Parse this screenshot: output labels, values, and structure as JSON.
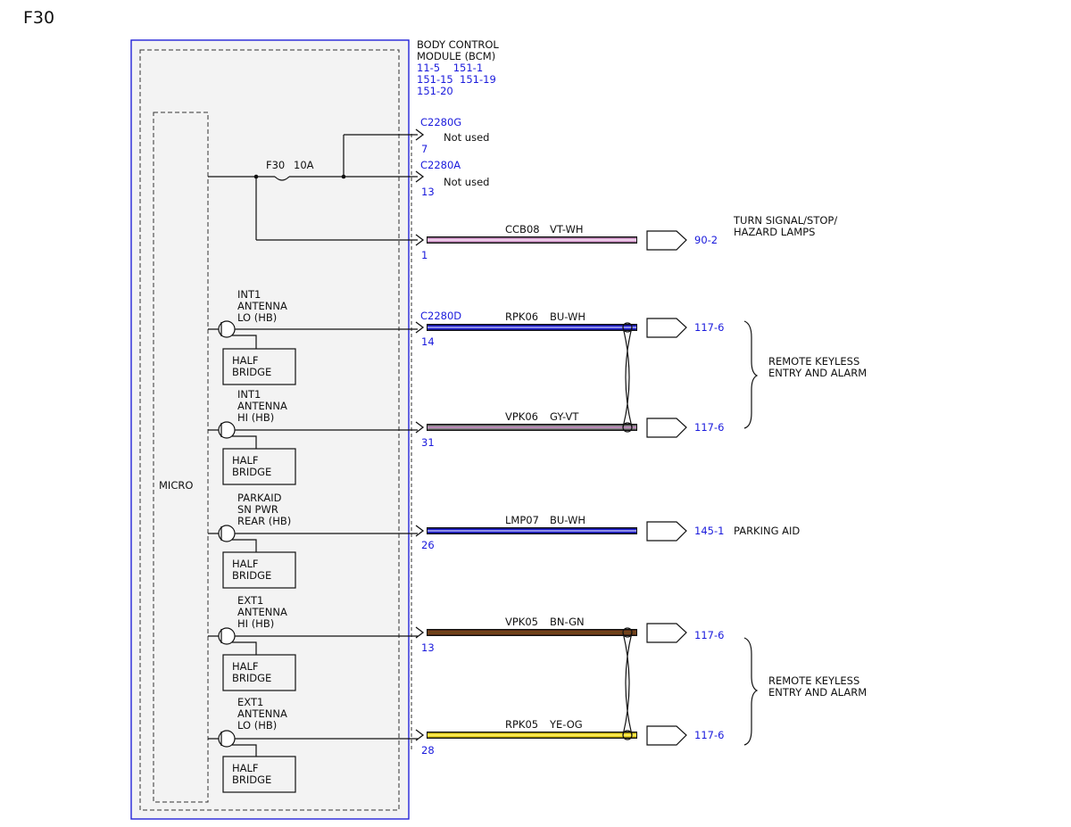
{
  "page_id": "F30",
  "module": {
    "name_lines": [
      "BODY CONTROL",
      "MODULE (BCM)"
    ],
    "ref_lines": [
      "11-5    151-1",
      "151-15  151-19",
      "151-20"
    ]
  },
  "micro_label": "MICRO",
  "fuse": {
    "id": "F30",
    "rating": "10A"
  },
  "top_pins": [
    {
      "connector": "C2280G",
      "pin": "7",
      "note": "Not used"
    },
    {
      "connector": "C2280A",
      "pin": "13",
      "note": "Not used"
    }
  ],
  "circuits": [
    {
      "connector": "",
      "pin": "1",
      "circuit": "CCB08",
      "color_code": "VT-WH",
      "ref": "90-2",
      "stripe": [
        "#d89bd0",
        "#ffffff"
      ]
    },
    {
      "connector": "C2280D",
      "pin": "14",
      "circuit": "RPK06",
      "color_code": "BU-WH",
      "ref": "117-6",
      "stripe": [
        "#1e1ed2",
        "#ffffff"
      ]
    },
    {
      "connector": "",
      "pin": "31",
      "circuit": "VPK06",
      "color_code": "GY-VT",
      "ref": "117-6",
      "stripe": [
        "#8a8a8a",
        "#c987c4"
      ]
    },
    {
      "connector": "",
      "pin": "26",
      "circuit": "LMP07",
      "color_code": "BU-WH",
      "ref": "145-1",
      "stripe": [
        "#1e1ed2",
        "#ffffff"
      ]
    },
    {
      "connector": "",
      "pin": "13",
      "circuit": "VPK05",
      "color_code": "BN-GN",
      "ref": "117-6",
      "stripe": [
        "#7a3f1a",
        "#5b4a1a"
      ]
    },
    {
      "connector": "",
      "pin": "28",
      "circuit": "RPK05",
      "color_code": "YE-OG",
      "ref": "117-6",
      "stripe": [
        "#e8d21c",
        "#fff06a"
      ]
    }
  ],
  "antennas": [
    {
      "label_lines": [
        "INT1",
        "ANTENNA",
        "LO (HB)"
      ],
      "bridge_lines": [
        "HALF",
        "BRIDGE"
      ]
    },
    {
      "label_lines": [
        "INT1",
        "ANTENNA",
        "HI (HB)"
      ],
      "bridge_lines": [
        "HALF",
        "BRIDGE"
      ]
    },
    {
      "label_lines": [
        "PARKAID",
        "SN PWR",
        "REAR (HB)"
      ],
      "bridge_lines": [
        "HALF",
        "BRIDGE"
      ]
    },
    {
      "label_lines": [
        "EXT1",
        "ANTENNA",
        "HI (HB)"
      ],
      "bridge_lines": [
        "HALF",
        "BRIDGE"
      ]
    },
    {
      "label_lines": [
        "EXT1",
        "ANTENNA",
        "LO (HB)"
      ],
      "bridge_lines": [
        "HALF",
        "BRIDGE"
      ]
    }
  ],
  "destinations": {
    "turn_signal": [
      "TURN SIGNAL/STOP/",
      "HAZARD LAMPS"
    ],
    "rke_group_1": [
      "REMOTE KEYLESS",
      "ENTRY AND ALARM"
    ],
    "parking_aid": "PARKING AID",
    "rke_group_2": [
      "REMOTE KEYLESS",
      "ENTRY AND ALARM"
    ]
  },
  "colors": {
    "wire": "#111111",
    "label_blue": "#1a1adc",
    "module_border": "#2323d8",
    "module_fill": "#f3f3f3"
  }
}
